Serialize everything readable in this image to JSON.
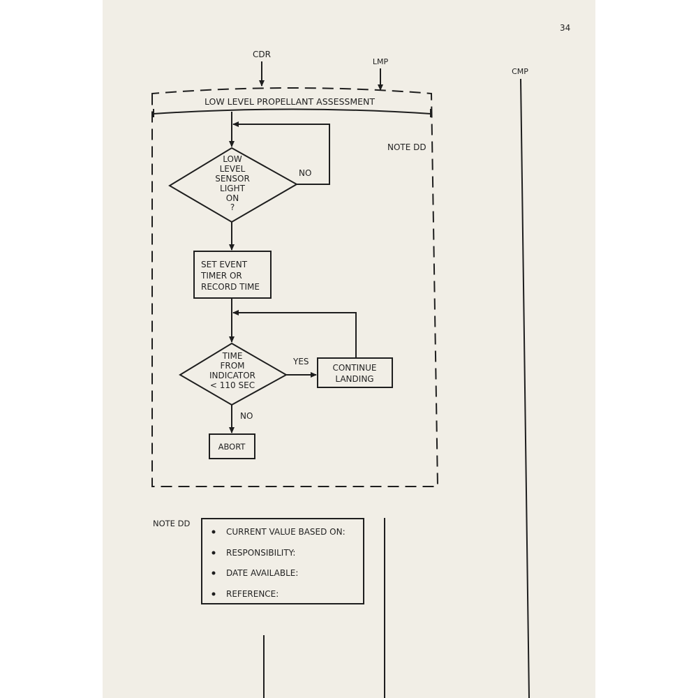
{
  "page_number": "34",
  "crew": {
    "cdr": "CDR",
    "lmp": "LMP",
    "cmp": "CMP"
  },
  "flowchart": {
    "title": "LOW LEVEL PROPELLANT ASSESSMENT",
    "note_ref": "NOTE DD",
    "decision1": [
      "LOW",
      "LEVEL",
      "SENSOR",
      "LIGHT",
      "ON",
      "?"
    ],
    "decision1_no": "NO",
    "process1": [
      "SET EVENT",
      "TIMER OR",
      "RECORD TIME"
    ],
    "decision2": [
      "TIME",
      "FROM",
      "INDICATOR",
      "< 110 SEC"
    ],
    "decision2_yes": "YES",
    "decision2_no": "NO",
    "continue": [
      "CONTINUE",
      "LANDING"
    ],
    "abort": "ABORT"
  },
  "note": {
    "label": "NOTE DD",
    "items": [
      "CURRENT VALUE BASED ON:",
      "RESPONSIBILITY:",
      "DATE AVAILABLE:",
      "REFERENCE:"
    ]
  }
}
